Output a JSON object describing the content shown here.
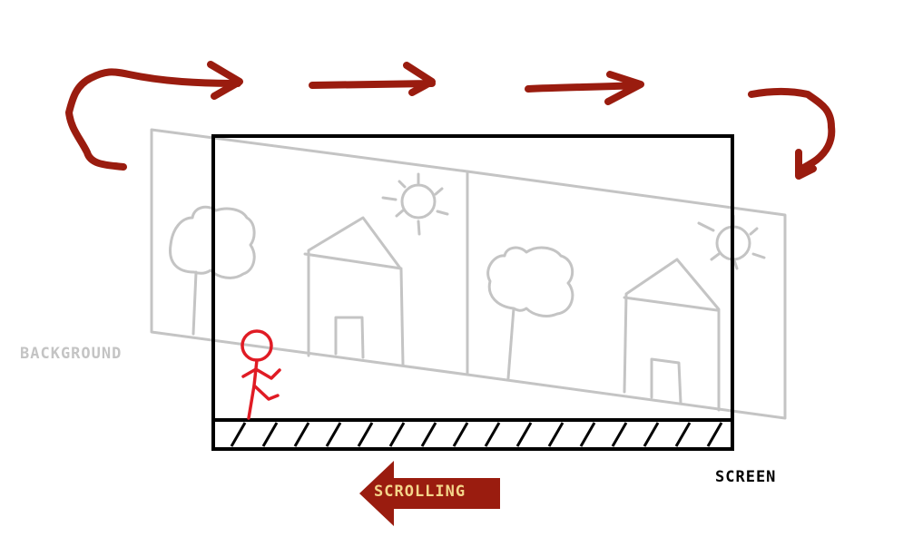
{
  "labels": {
    "background": "BACKGROUND",
    "screen": "SCREEN",
    "scrolling": "SCROLLING"
  },
  "colors": {
    "arrow": "#9a1c0f",
    "sketch": "#c4c4c4",
    "screen_frame": "#000000",
    "runner": "#e01b24",
    "scrolling_text": "#f4d58a"
  },
  "icons": [
    "loop-arrow-icon",
    "right-arrow-icon",
    "left-arrow-icon",
    "tree-icon",
    "house-icon",
    "sun-icon",
    "stick-figure-icon"
  ]
}
